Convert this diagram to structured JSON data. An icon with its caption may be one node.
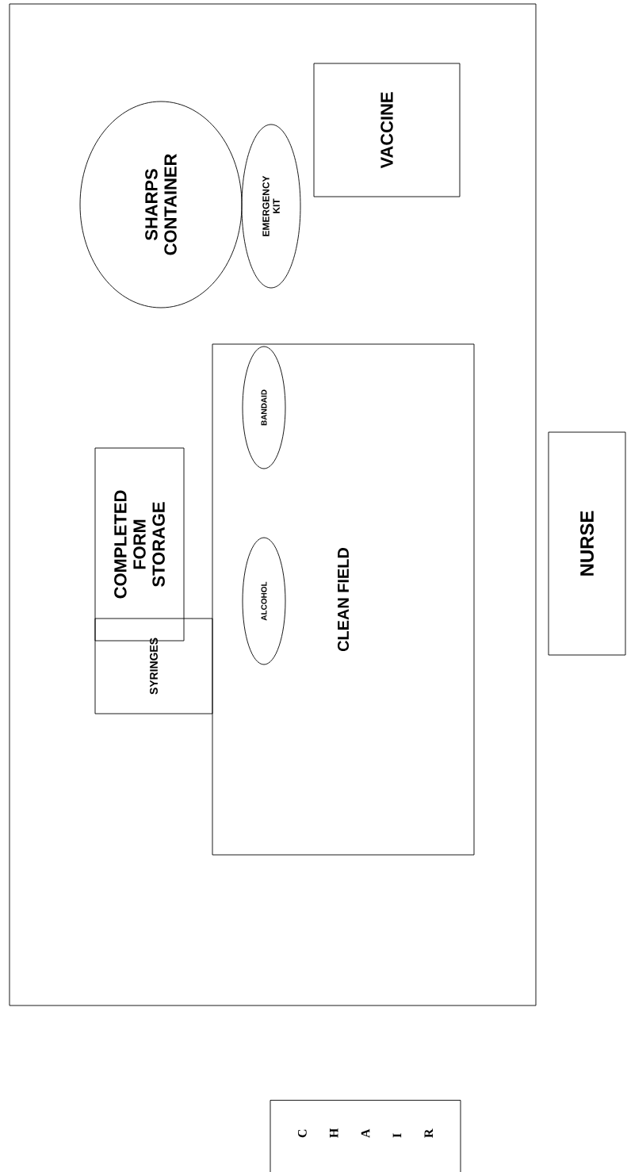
{
  "diagram": {
    "nodes": [
      {
        "text": [],
        "shape": "box"
      },
      {
        "text": [
          "VACCINE"
        ],
        "in": 0
      },
      {
        "text": [
          "EMERGENCY KIT"
        ],
        "in": 0
      },
      {
        "text": [
          "SHARPS CONTAINER"
        ],
        "in": 0
      },
      {
        "text": [
          "CLEAN FIELD"
        ],
        "in": 0
      },
      {
        "text": [
          "BANDAID"
        ],
        "in": 4
      },
      {
        "text": [
          "COMPLETED FORM STORAGE"
        ],
        "in": 0
      },
      {
        "text": [
          "NURSE"
        ]
      },
      {
        "text": [
          "ALCOHOL"
        ],
        "in": 4
      },
      {
        "text": [
          "SYRINGES"
        ],
        "in": 0
      },
      {
        "text": [
          "C H A I R"
        ]
      }
    ]
  }
}
